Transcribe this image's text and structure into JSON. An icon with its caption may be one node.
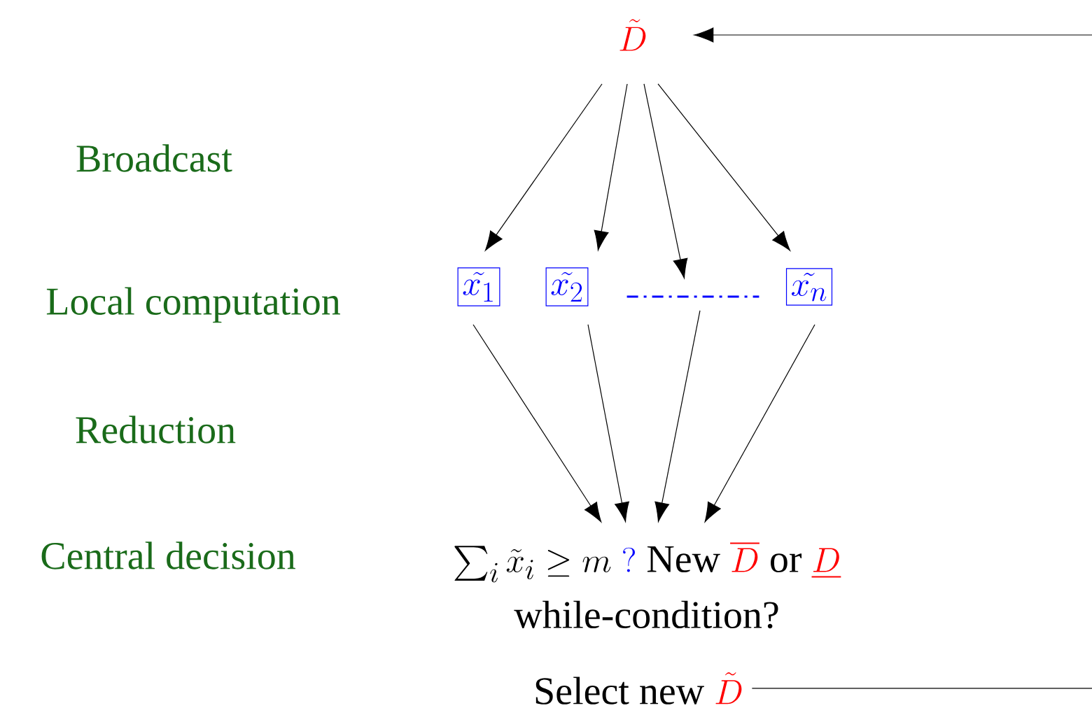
{
  "diagram": {
    "nodes": [
      {
        "text": [
          "\\tilde{D}"
        ]
      },
      {
        "text": [
          "\\tilde{x_1}"
        ]
      },
      {
        "text": [
          "\\tilde{x_2}"
        ]
      },
      {
        "text": [],
        "shape": "line"
      },
      {
        "text": [
          "\\tilde{x_n}"
        ]
      },
      {
        "text": [
          "\\sum_i \\tilde{x}_i \\geq m\\ \\textcolor{blue}{?}\\ \\text{New}\\ \\textcolor{red}{\\overline{D}}\\ \\text{or}\\ \\textcolor{red}{\\underline{D}}",
          "\\text{while-condition?}"
        ]
      },
      {
        "text": [
          "\\text{Select new}\\ \\textcolor{red}{\\tilde{D}}"
        ]
      }
    ],
    "edges": [
      {
        "from": 0,
        "to": 1,
        "arrow": "to"
      },
      {
        "from": 0,
        "to": 2,
        "arrow": "to"
      },
      {
        "from": 0,
        "to": 3,
        "arrow": "to"
      },
      {
        "from": 0,
        "to": 4,
        "arrow": "to"
      },
      {
        "from": 1,
        "to": 5,
        "arrow": "to"
      },
      {
        "from": 2,
        "to": 5,
        "arrow": "to"
      },
      {
        "from": 3,
        "to": 5,
        "arrow": "to"
      },
      {
        "from": 4,
        "to": 5,
        "arrow": "to"
      },
      {
        "from": 6,
        "to": 0,
        "arrow": "to"
      }
    ],
    "labels": [
      "Broadcast",
      "Local computation",
      "Reduction",
      "Central decision"
    ]
  }
}
